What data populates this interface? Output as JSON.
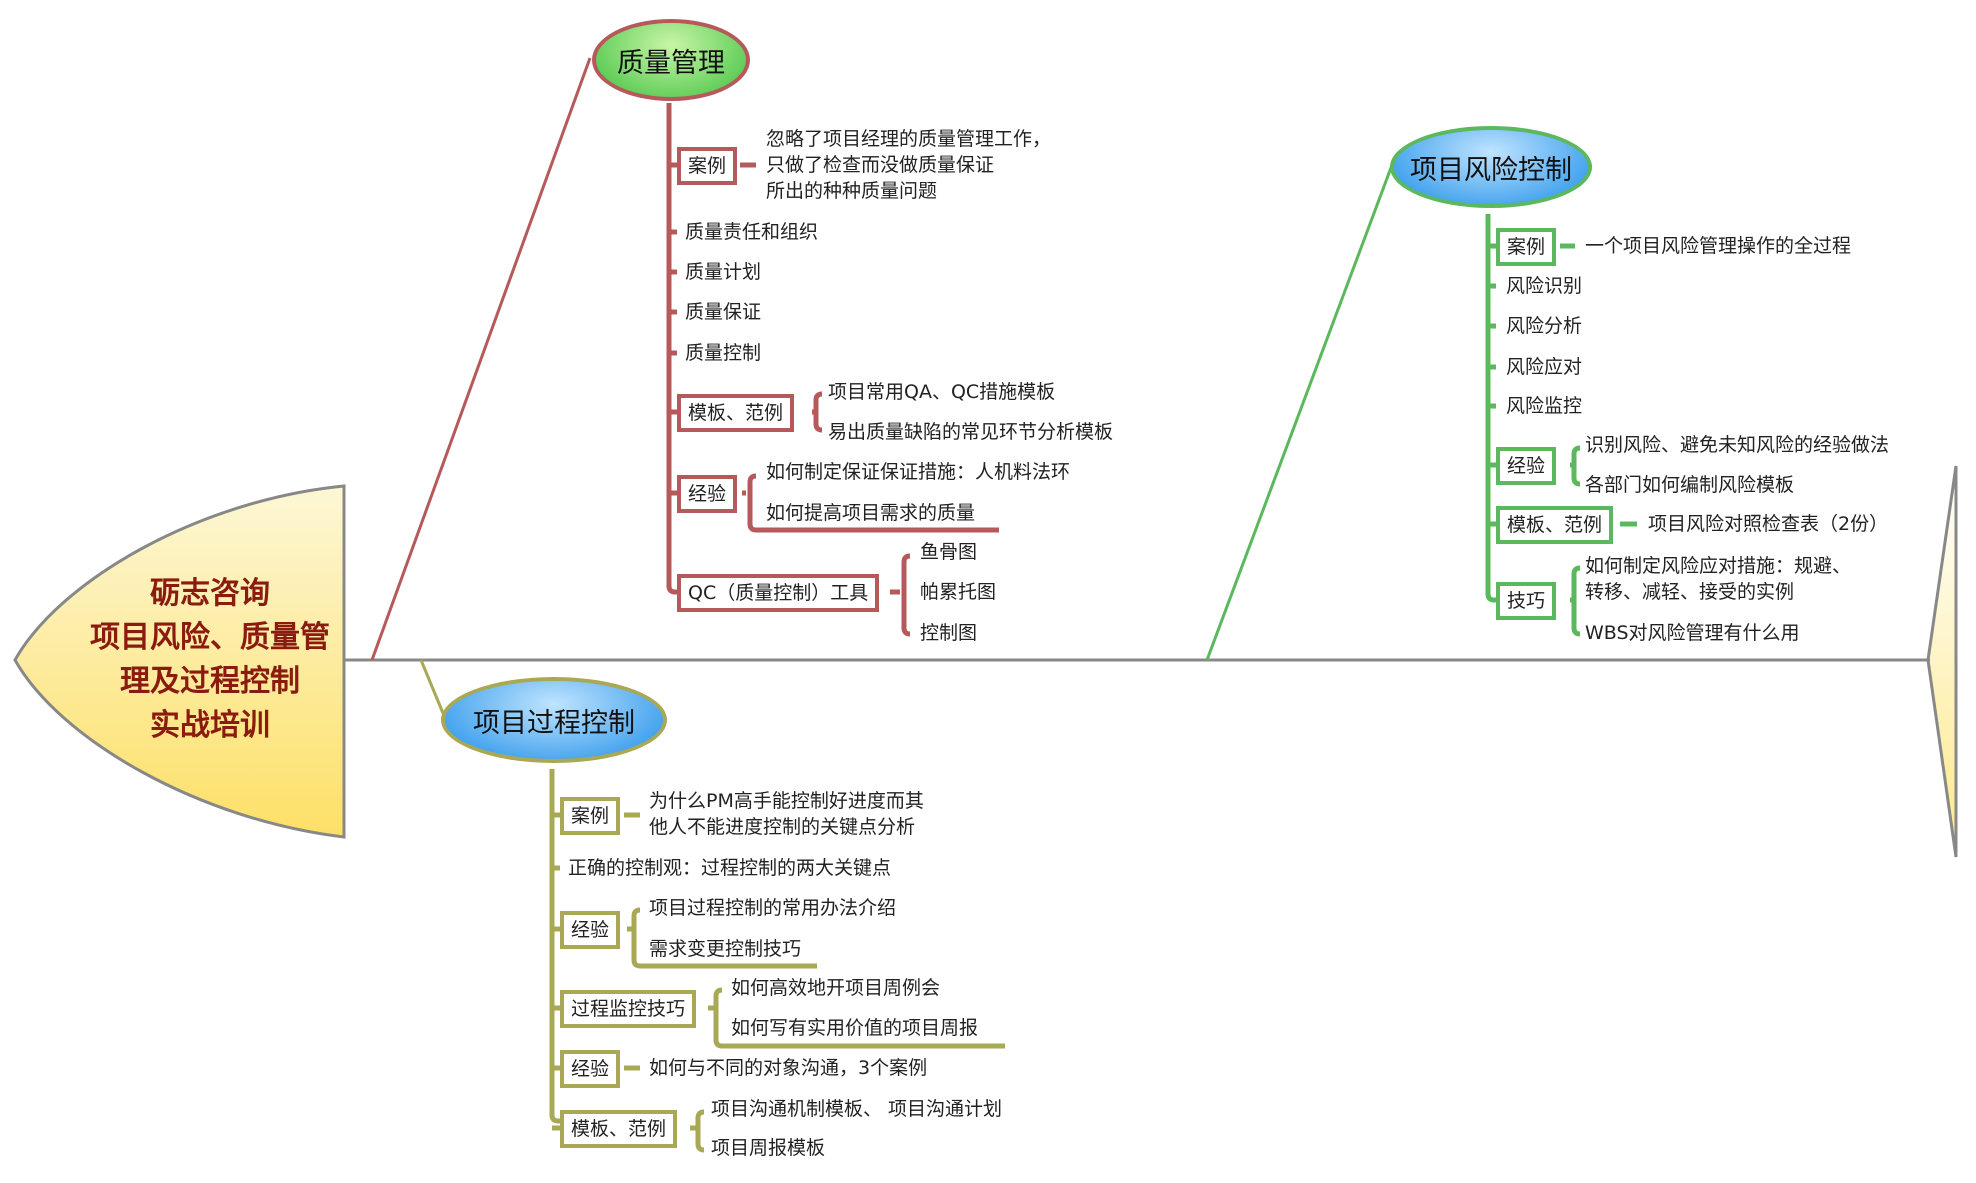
{
  "title": {
    "lines": [
      "砺志咨询",
      "项目风险、质量管",
      "理及过程控制",
      "实战培训"
    ]
  },
  "colors": {
    "quality": "#b5595b",
    "risk": "#5cb85c",
    "process": "#a9a855",
    "head_fill": "#fde98a",
    "title_text": "#8b1a10"
  },
  "quality": {
    "label": "质量管理",
    "case_label": "案例",
    "case_text": [
      "忽略了项目经理的质量管理工作，",
      "只做了检查而没做质量保证",
      "所出的种种质量问题"
    ],
    "items": [
      "质量责任和组织",
      "质量计划",
      "质量保证",
      "质量控制"
    ],
    "template_label": "模板、范例",
    "template_children": [
      "项目常用QA、QC措施模板",
      "易出质量缺陷的常见环节分析模板"
    ],
    "experience_label": "经验",
    "experience_children": [
      "如何制定保证保证措施：人机料法环",
      "如何提高项目需求的质量"
    ],
    "tools_label": "QC（质量控制）工具",
    "tools_children": [
      "鱼骨图",
      "帕累托图",
      "控制图"
    ]
  },
  "risk": {
    "label": "项目风险控制",
    "case_label": "案例",
    "case_text": "一个项目风险管理操作的全过程",
    "items": [
      "风险识别",
      "风险分析",
      "风险应对",
      "风险监控"
    ],
    "experience_label": "经验",
    "experience_children": [
      "识别风险、避免未知风险的经验做法",
      "各部门如何编制风险模板"
    ],
    "template_label": "模板、范例",
    "template_child": "项目风险对照检查表（2份）",
    "skills_label": "技巧",
    "skills_children": [
      "如何制定风险应对措施：规避、",
      "转移、减轻、接受的实例",
      "WBS对风险管理有什么用"
    ]
  },
  "process": {
    "label": "项目过程控制",
    "case_label": "案例",
    "case_text": [
      "为什么PM高手能控制好进度而其",
      "他人不能进度控制的关键点分析"
    ],
    "item": "正确的控制观：过程控制的两大关键点",
    "experience_label": "经验",
    "experience_children": [
      "项目过程控制的常用办法介绍",
      "需求变更控制技巧"
    ],
    "monitor_label": "过程监控技巧",
    "monitor_children": [
      "如何高效地开项目周例会",
      "如何写有实用价值的项目周报"
    ],
    "experience2_label": "经验",
    "experience2_child": "如何与不同的对象沟通，3个案例",
    "template_label": "模板、范例",
    "template_children": [
      "项目沟通机制模板、 项目沟通计划",
      "项目周报模板"
    ]
  }
}
